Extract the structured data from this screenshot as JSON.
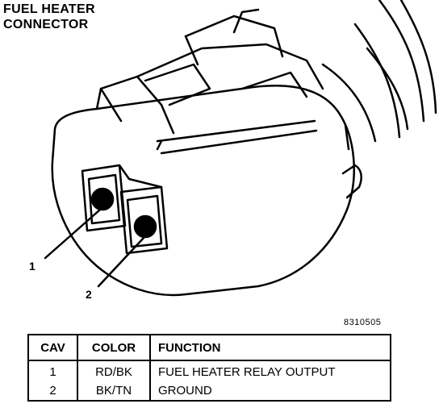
{
  "title": {
    "line1": "FUEL HEATER",
    "line2": "CONNECTOR"
  },
  "callouts": [
    "1",
    "2"
  ],
  "figure_number": "8310505",
  "table": {
    "headers": [
      "CAV",
      "COLOR",
      "FUNCTION"
    ],
    "rows": [
      {
        "cav": "1",
        "color": "RD/BK",
        "function": "FUEL HEATER RELAY OUTPUT"
      },
      {
        "cav": "2",
        "color": "BK/TN",
        "function": "GROUND"
      }
    ]
  }
}
